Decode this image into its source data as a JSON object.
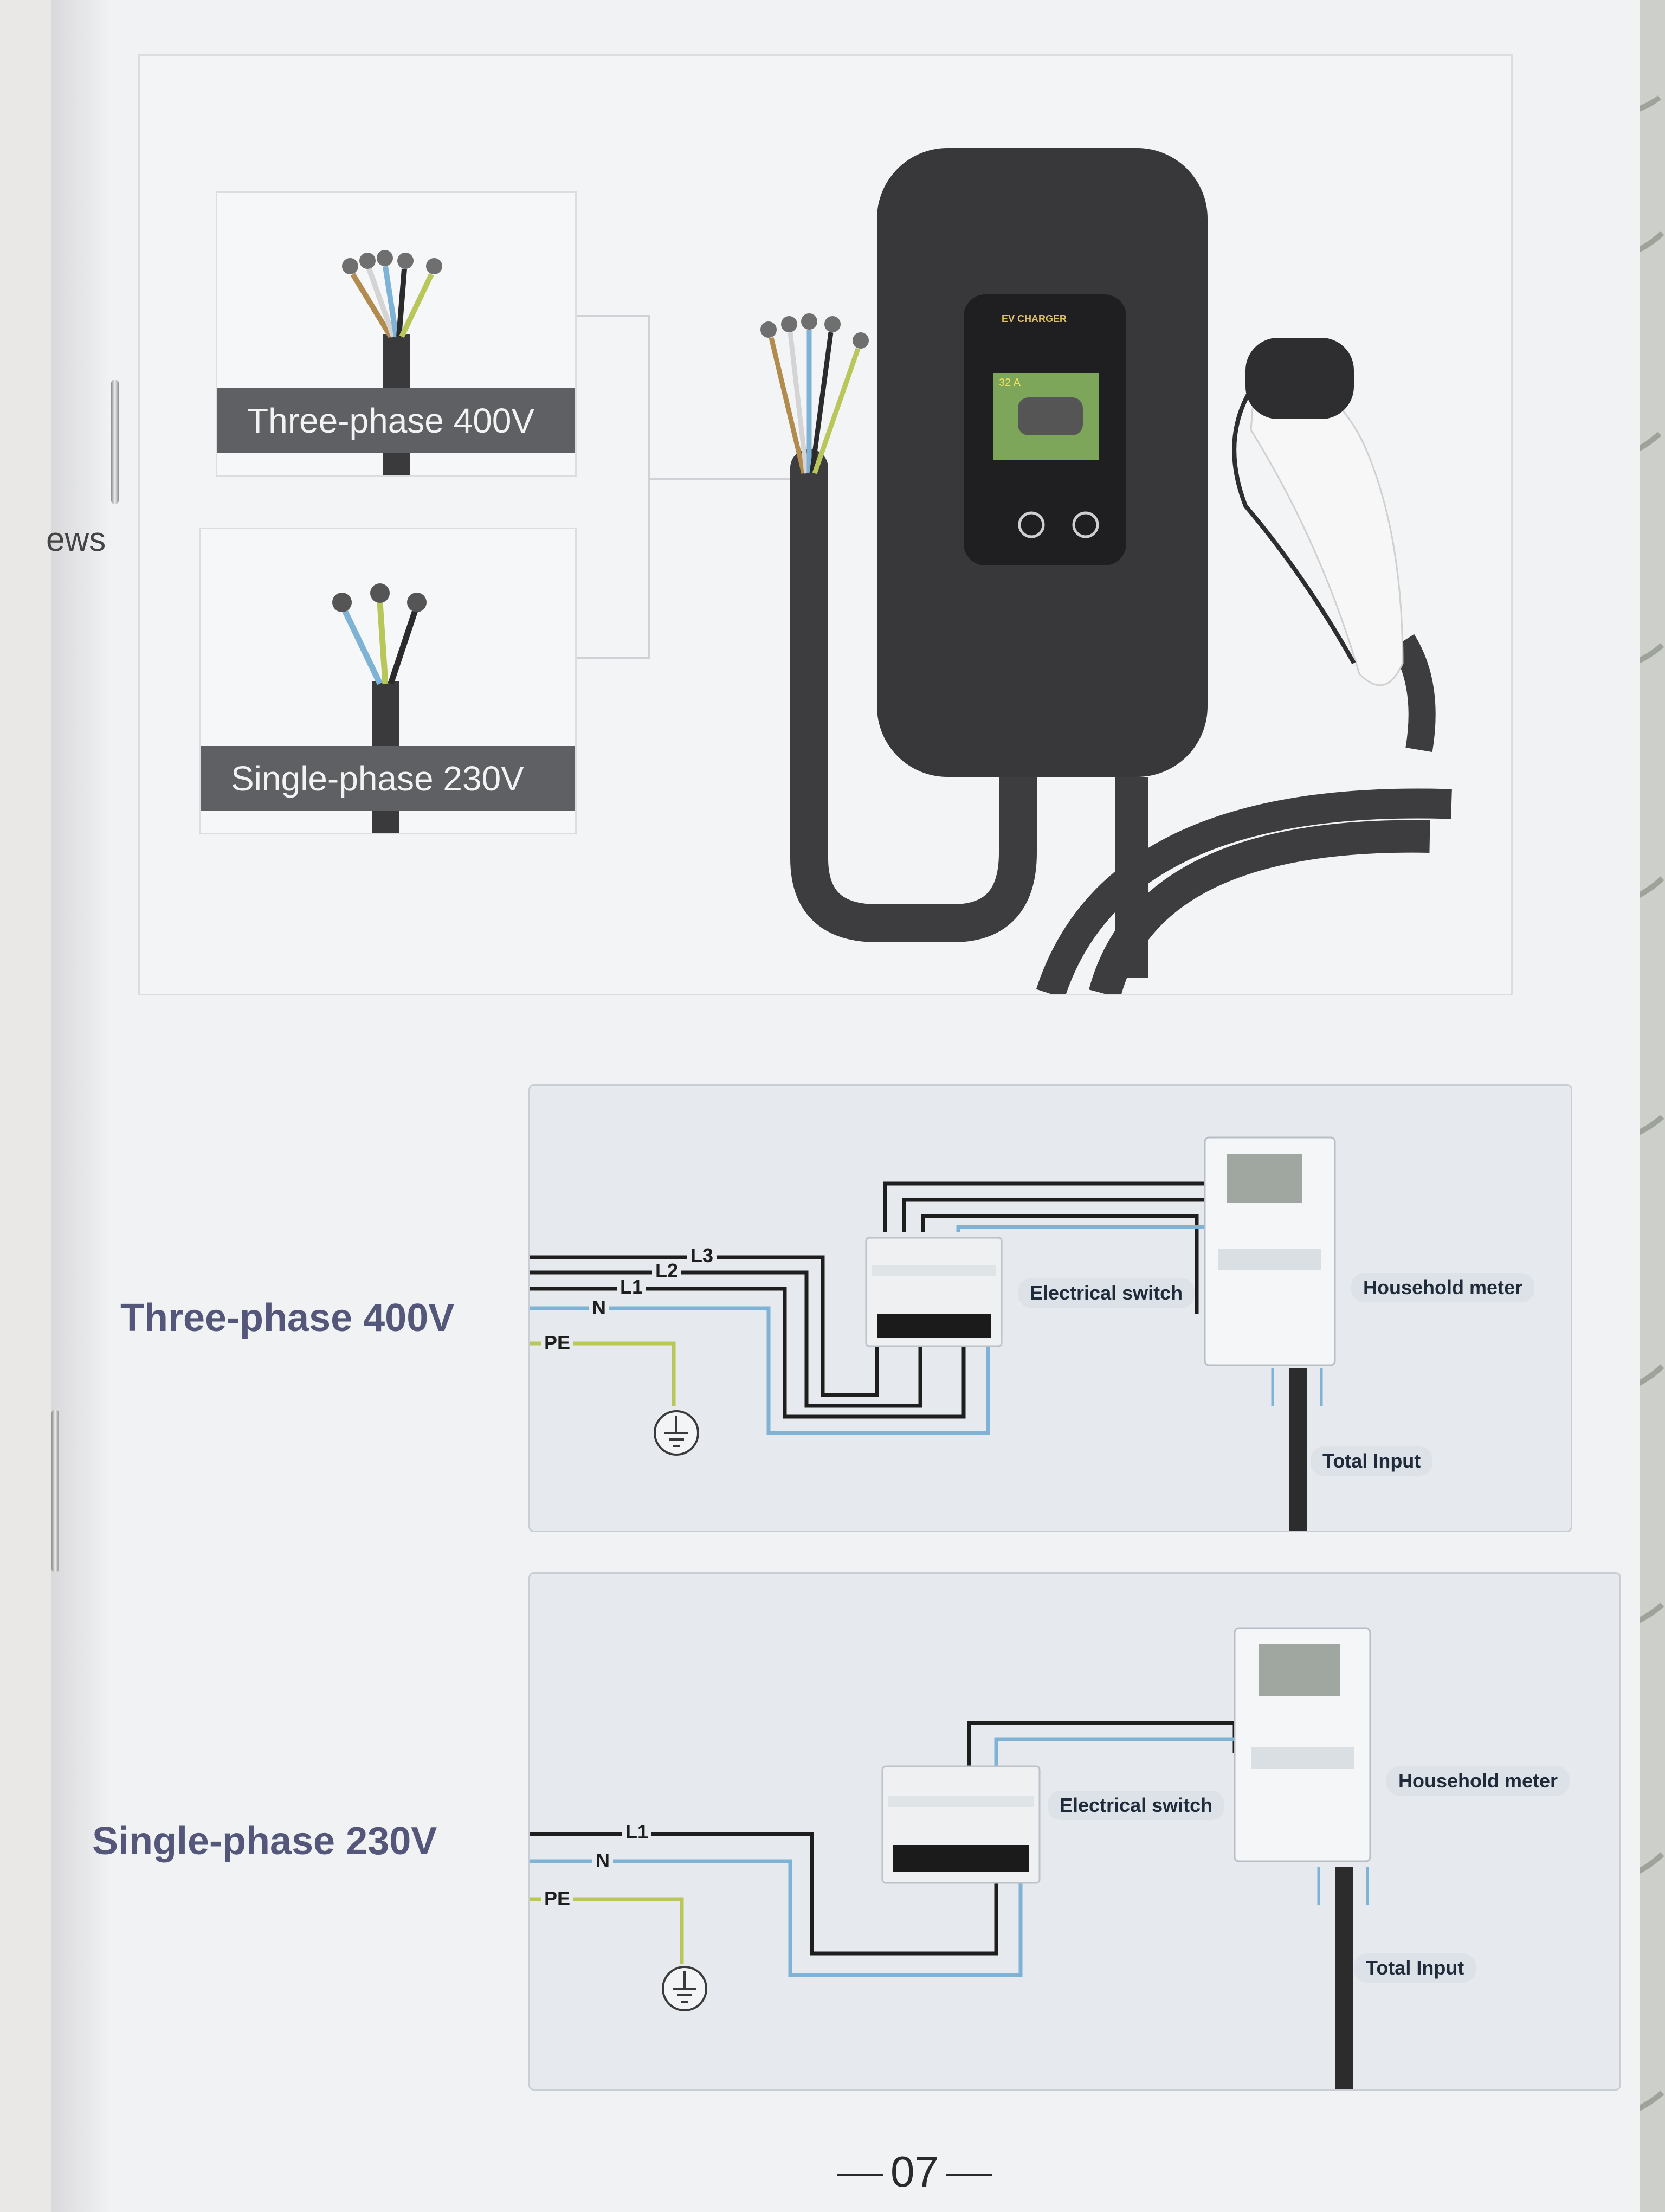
{
  "left_page": {
    "partial_text": "ews"
  },
  "product": {
    "three_phase_card": {
      "label": "Three-phase 400V"
    },
    "single_phase_card": {
      "label": "Single-phase 230V"
    },
    "charger": {
      "screen_title": "EV CHARGER",
      "screen_value": "32 A"
    }
  },
  "diagram_three_phase": {
    "title": "Three-phase 400V",
    "wire_labels": {
      "l3": "L3",
      "l2": "L2",
      "l1": "L1",
      "n": "N",
      "pe": "PE"
    },
    "switch_label": "Electrical switch",
    "meter_label": "Household meter",
    "input_label": "Total Input"
  },
  "diagram_single_phase": {
    "title": "Single-phase 230V",
    "wire_labels": {
      "l1": "L1",
      "n": "N",
      "pe": "PE"
    },
    "switch_label": "Electrical switch",
    "meter_label": "Household meter",
    "input_label": "Total Input"
  },
  "footer": {
    "page_number": "07"
  },
  "colors": {
    "title_text": "#55577a",
    "wire_black": "#1e1e1e",
    "wire_blue": "#7fb3d6",
    "wire_ground": "#b9c75a",
    "panel_bg": "#e6eaee"
  }
}
